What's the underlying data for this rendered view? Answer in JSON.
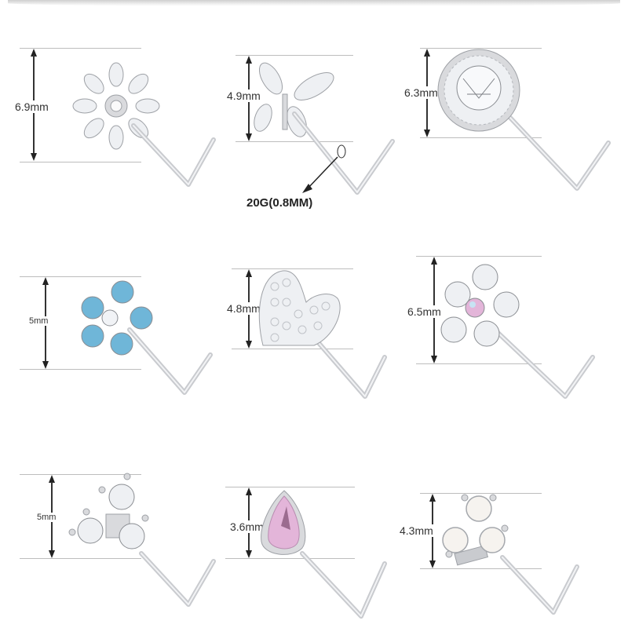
{
  "image": {
    "description": "Set of nine L-shaped nose studs with height measurements",
    "colors": {
      "background": "#ffffff",
      "metal": "#d9dadd",
      "metal_dark": "#9ea1a6",
      "crystal_clear": "#eef0f3",
      "crystal_blue": "#6fb6d8",
      "crystal_pink": "#e3b5d9",
      "opal": "#f6f3ef",
      "guide_line": "#bdbdbd",
      "text": "#333333"
    }
  },
  "gauge": {
    "label": "20G(0.8MM)"
  },
  "items": [
    {
      "shape": "snowflake-flower",
      "stone": "clear cubic zirconia",
      "height_label": "6.9mm"
    },
    {
      "shape": "butterfly",
      "stone": "clear marquise",
      "height_label": "4.9mm"
    },
    {
      "shape": "round-halo",
      "stone": "clear round with halo",
      "height_label": "6.3mm"
    },
    {
      "shape": "five-petal-flower",
      "stone": "blue",
      "height_label": "5mm"
    },
    {
      "shape": "heart",
      "stone": "clear pave",
      "height_label": "4.8mm"
    },
    {
      "shape": "five-petal-flower",
      "stone": "clear with iridescent center",
      "height_label": "6.5mm"
    },
    {
      "shape": "trinity",
      "stone": "clear three-stone",
      "height_label": "5mm"
    },
    {
      "shape": "teardrop",
      "stone": "pink",
      "height_label": "3.6mm"
    },
    {
      "shape": "trinity",
      "stone": "white opal",
      "height_label": "4.3mm"
    }
  ]
}
